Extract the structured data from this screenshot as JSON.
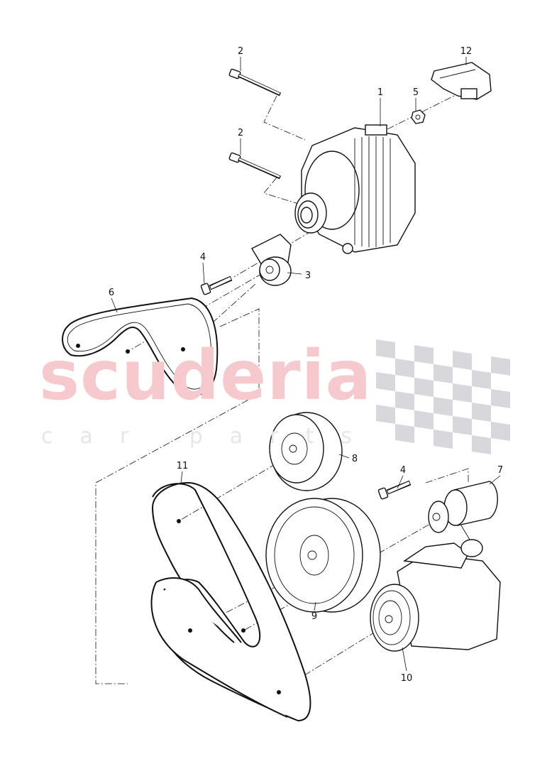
{
  "watermark": {
    "brand": "scuderia",
    "subtitle": "car parts",
    "checker_color": "#d8d8dc",
    "brand_color": "#f5c9cd"
  },
  "callouts": [
    {
      "id": "alternator",
      "label": "1"
    },
    {
      "id": "bolt-upper",
      "label": "2"
    },
    {
      "id": "bolt-lower",
      "label": "2"
    },
    {
      "id": "idler-pulley",
      "label": "3"
    },
    {
      "id": "bolt-idler",
      "label": "4"
    },
    {
      "id": "nut",
      "label": "5"
    },
    {
      "id": "ribbed-belt-small",
      "label": "6"
    },
    {
      "id": "tensioner",
      "label": "7"
    },
    {
      "id": "pulley",
      "label": "8"
    },
    {
      "id": "vibration-damper",
      "label": "9"
    },
    {
      "id": "ac-compressor",
      "label": "10"
    },
    {
      "id": "ribbed-belt-large",
      "label": "11"
    },
    {
      "id": "bracket",
      "label": "12"
    },
    {
      "id": "bolt-tensioner",
      "label": "4"
    }
  ]
}
